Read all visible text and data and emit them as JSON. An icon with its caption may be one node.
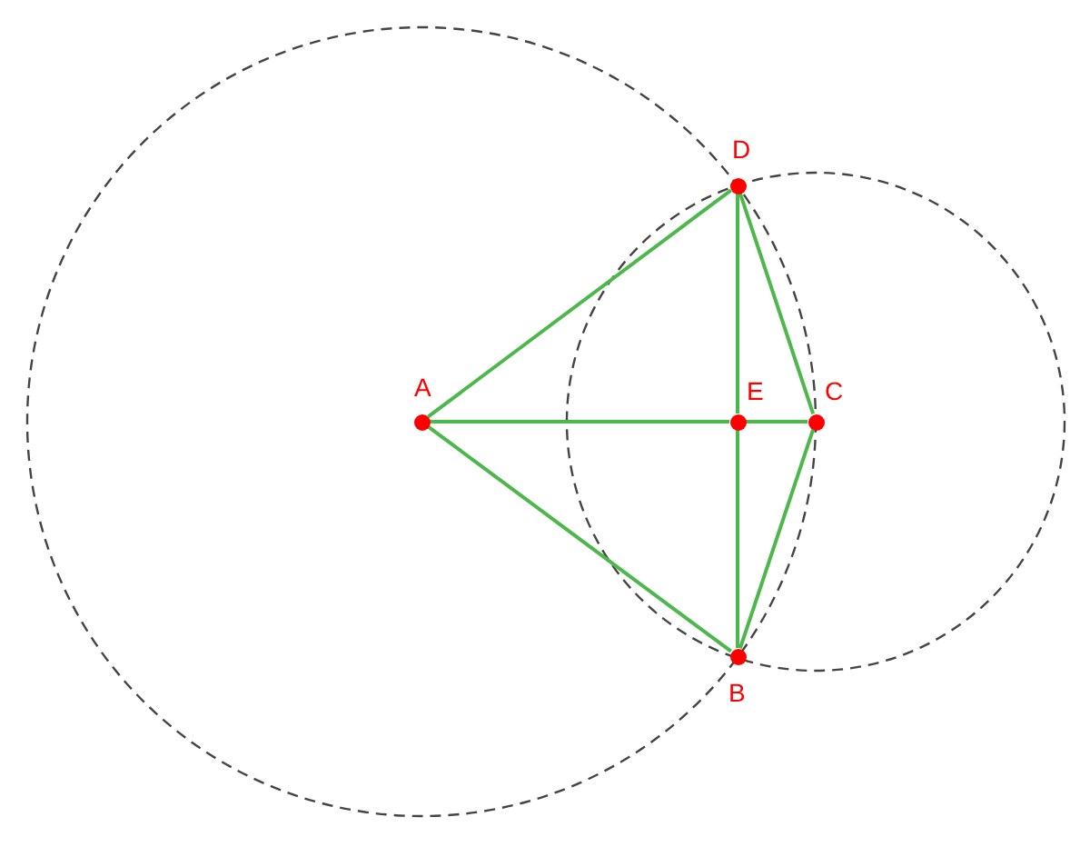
{
  "diagram": {
    "nodes": [
      {
        "text": [],
        "shape": "circle",
        "beside": [
          "A"
        ]
      },
      {
        "text": [],
        "shape": "circle",
        "beside": [
          "D"
        ]
      },
      {
        "text": [],
        "shape": "circle",
        "beside": [
          "E"
        ]
      },
      {
        "text": [],
        "shape": "circle",
        "beside": [
          "C"
        ]
      },
      {
        "text": [],
        "shape": "circle",
        "beside": [
          "B"
        ]
      }
    ],
    "edges": [
      {
        "from": 0,
        "to": 1,
        "arrow": "none"
      },
      {
        "from": 0,
        "to": 4,
        "arrow": "none"
      },
      {
        "from": 0,
        "to": 2,
        "arrow": "none"
      },
      {
        "from": 2,
        "to": 3,
        "arrow": "none"
      },
      {
        "from": 1,
        "to": 2,
        "arrow": "none"
      },
      {
        "from": 2,
        "to": 4,
        "arrow": "none"
      },
      {
        "from": 1,
        "to": 3,
        "arrow": "none"
      },
      {
        "from": 3,
        "to": 4,
        "arrow": "none"
      }
    ]
  }
}
